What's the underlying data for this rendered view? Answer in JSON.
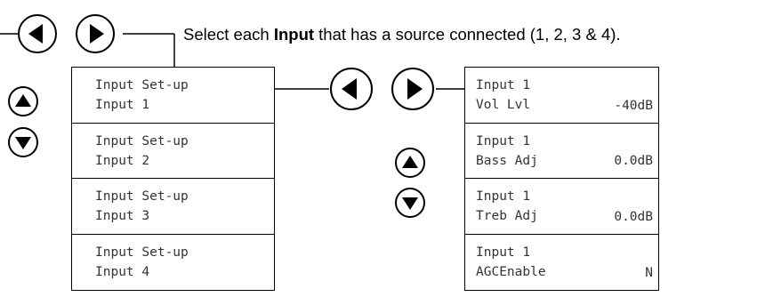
{
  "caption": {
    "before": "Select each ",
    "bold": "Input",
    "after": " that has a source connected (1, 2, 3 & 4)."
  },
  "buttons": {
    "top_left": "left-arrow",
    "top_right": "right-arrow",
    "mid_left": "left-arrow",
    "mid_right": "right-arrow",
    "up_left": "up-arrow",
    "down_left": "down-arrow",
    "up_mid": "up-arrow",
    "down_mid": "down-arrow"
  },
  "input_setup_screens": [
    {
      "line1": "Input Set-up",
      "line2": "Input 1"
    },
    {
      "line1": "Input Set-up",
      "line2": "Input 2"
    },
    {
      "line1": "Input Set-up",
      "line2": "Input 3"
    },
    {
      "line1": "Input Set-up",
      "line2": "Input 4"
    }
  ],
  "input_param_screens": [
    {
      "line1": "Input 1",
      "line2": "Vol Lvl",
      "value": "-40dB"
    },
    {
      "line1": "Input 1",
      "line2": "Bass Adj",
      "value": "0.0dB"
    },
    {
      "line1": "Input 1",
      "line2": "Treb Adj",
      "value": "0.0dB"
    },
    {
      "line1": "Input 1",
      "line2": "AGCEnable",
      "value": "N"
    }
  ]
}
